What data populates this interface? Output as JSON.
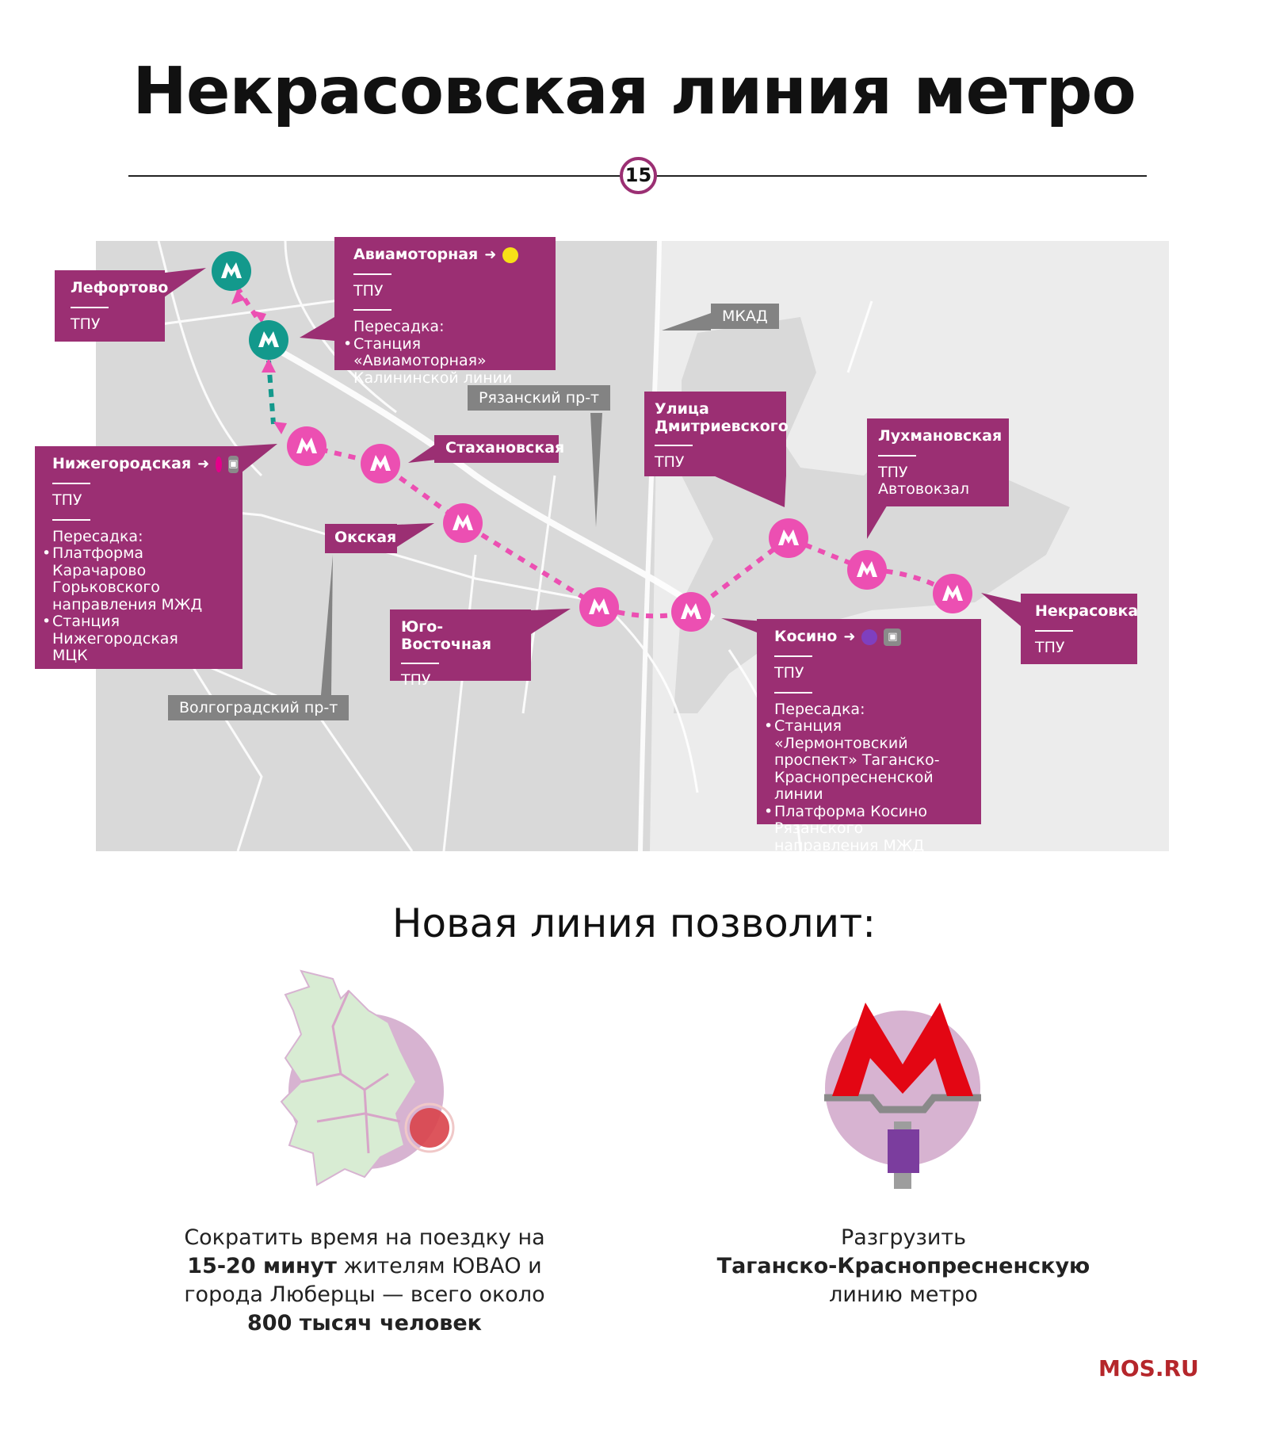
{
  "title": "Некрасовская линия метро",
  "line_number": "15",
  "colors": {
    "line": "#ec4fb2",
    "teal": "#13998c",
    "box": "#9b2f73",
    "road_label": "#838383",
    "accent_red": "#b5262b"
  },
  "stations": {
    "lefortovo": {
      "name": "Лефортово",
      "tpu": "ТПУ"
    },
    "aviamotornaya": {
      "name": "Авиамоторная",
      "tpu": "ТПУ",
      "transfer_title": "Пересадка:",
      "transfers": [
        "Станция «Авиамоторная» Калининской линии"
      ],
      "connection_color": "#f7e017"
    },
    "nizhegorodskaya": {
      "name": "Нижегородская",
      "tpu": "ТПУ",
      "transfer_title": "Пересадка:",
      "transfers": [
        "Платформа Карачарово Горьковского направления МЖД",
        "Станция Нижегородская МЦК"
      ],
      "connection_color": "#e4008a"
    },
    "stakhanovskaya": {
      "name": "Стахановская"
    },
    "okskaya": {
      "name": "Окская"
    },
    "yugo_vostochnaya": {
      "name": "Юго-Восточная",
      "tpu": "ТПУ"
    },
    "kosino": {
      "name": "Косино",
      "tpu": "ТПУ",
      "transfer_title": "Пересадка:",
      "transfers": [
        "Станция «Лермонтовский проспект» Таганско-Краснопресненской линии",
        "Платформа Косино Рязанского направления МЖД"
      ],
      "connection_color": "#7f3fbf"
    },
    "ulitsa_dmitrievskogo": {
      "name": "Улица Дмитриевского",
      "tpu": "ТПУ"
    },
    "lukhmanovskaya": {
      "name": "Лухмановская",
      "tpu": "ТПУ",
      "extra": "Автовокзал"
    },
    "nekrasovka": {
      "name": "Некрасовка",
      "tpu": "ТПУ"
    }
  },
  "roads": {
    "mkad": "МКАД",
    "ryazansky": "Рязанский пр-т",
    "volgogradsky": "Волгоградский пр-т"
  },
  "benefits": {
    "heading": "Новая линия позволит:",
    "left": {
      "p1": "Сократить время на поездку на ",
      "b1": "15-20 минут",
      "p2": " жителям ЮВАО и города Люберцы — всего около ",
      "b2": "800 тысяч человек"
    },
    "right": {
      "p1": "Разгрузить",
      "b1": "Таганско-Краснопресненскую",
      "p2": "линию метро"
    }
  },
  "logo": "MOS.RU",
  "metro_glyph": "М"
}
